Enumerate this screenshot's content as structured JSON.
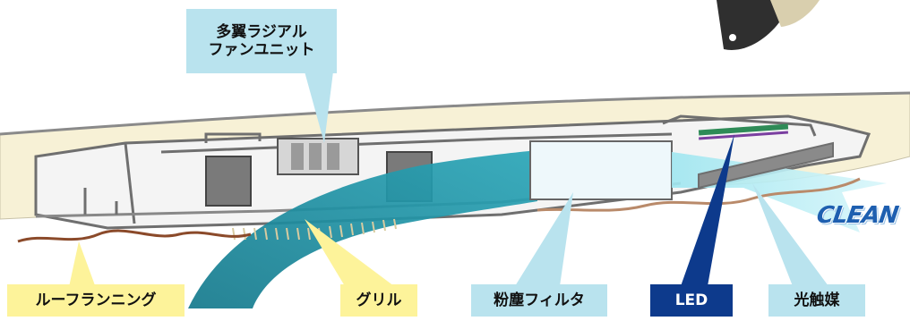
{
  "labels": {
    "fan_unit": [
      "多翼ラジアル",
      "ファンユニット"
    ],
    "louvers": "ルーフランニング",
    "grille": "グリル",
    "filter": "粉塵フィルタ",
    "led": "LED",
    "photocatalyst": "光触媒"
  },
  "clean_text": "CLEAN",
  "colors": {
    "label_blue": "#b9e3ee",
    "label_yellow": "#fdf39a",
    "label_navy": "#0d3a8c",
    "airflow_teal": "#1e8fa0",
    "ceiling_cream": "#f7f1d6",
    "clean_blue": "#1e5fb0"
  }
}
